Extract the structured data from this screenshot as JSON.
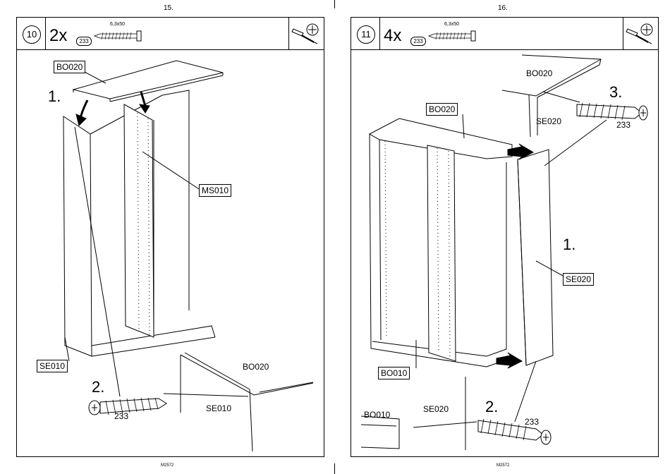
{
  "pages": [
    {
      "page_number": "15.",
      "step": "10",
      "quantity": "2x",
      "part_ref": "233",
      "screw_size": "6,3x50",
      "labels": {
        "bo020_top": "BO020",
        "ms010": "MS010",
        "se010_box": "SE010",
        "bo020_detail": "BO020",
        "se010_detail": "SE010",
        "screw_233": "233"
      },
      "step_numbers": [
        "1.",
        "2."
      ],
      "footer": "M2572"
    },
    {
      "page_number": "16.",
      "step": "11",
      "quantity": "4x",
      "part_ref": "233",
      "screw_size": "6,3x50",
      "labels": {
        "bo020_detail": "BO020",
        "se020_detail": "SE020",
        "screw_233_a": "233",
        "bo020_box": "BO020",
        "se020_box": "SE020",
        "bo010_box": "BO010",
        "bo010_detail": "BO010",
        "se020_detail2": "SE020",
        "screw_233_b": "233"
      },
      "step_numbers": [
        "3.",
        "1.",
        "2."
      ],
      "footer": "M2572"
    }
  ],
  "icons": [
    "screwdriver-icon",
    "phillips-screw-icon",
    "screw-icon"
  ]
}
